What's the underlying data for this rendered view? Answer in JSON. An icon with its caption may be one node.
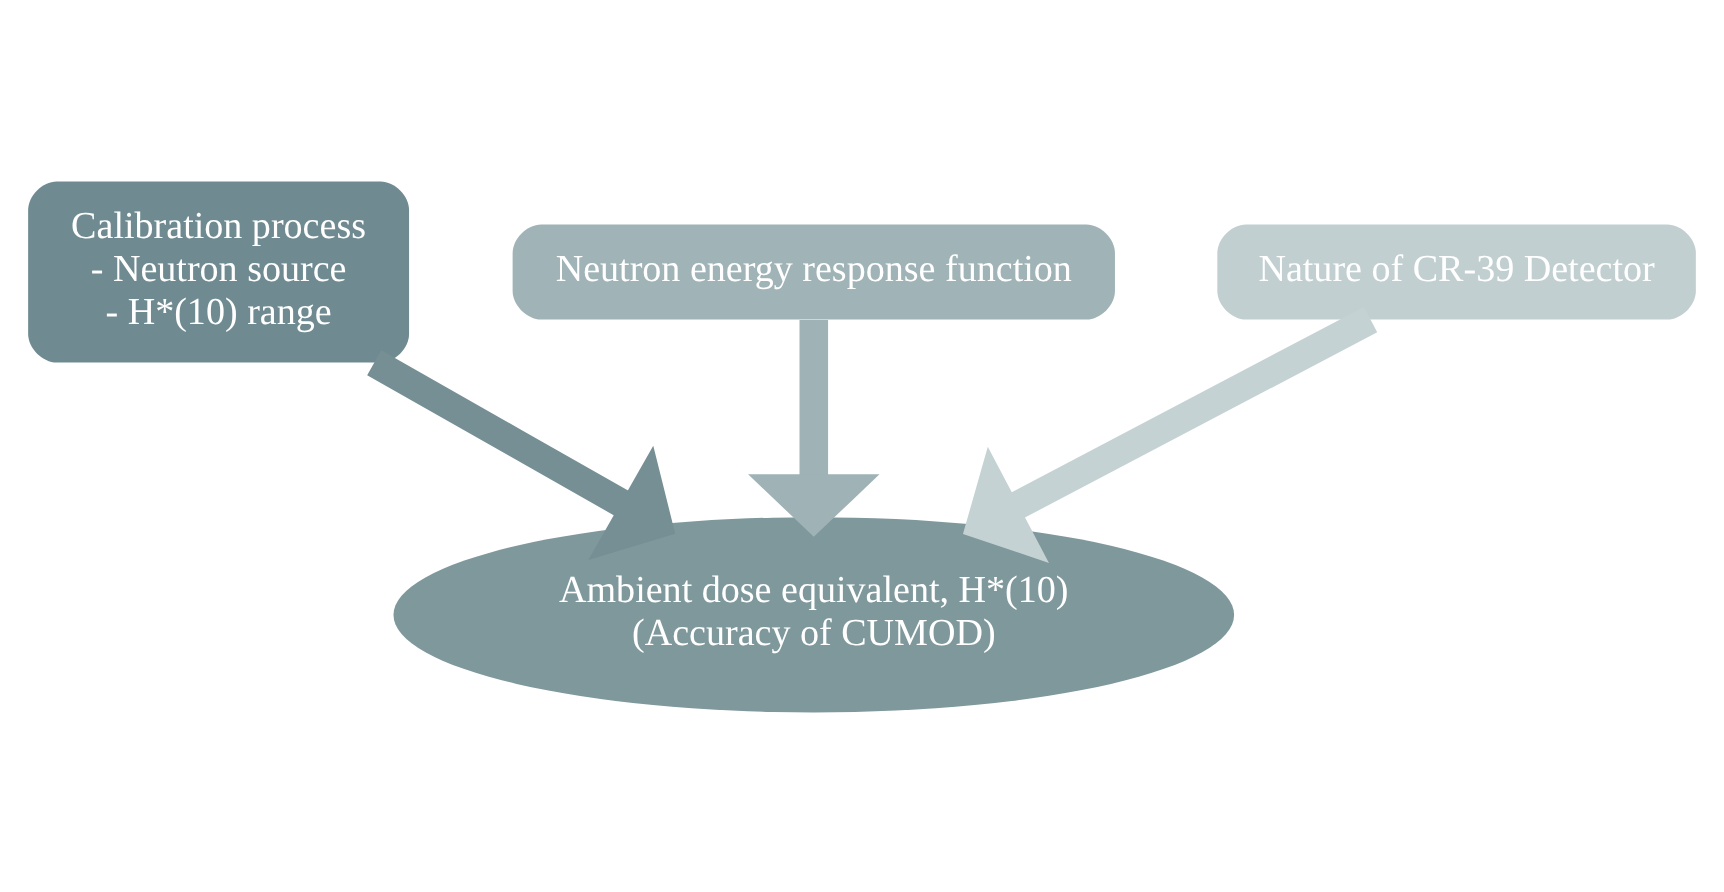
{
  "diagram": {
    "nodes": [
      {
        "text": [
          "Calibration process",
          "- Neutron source",
          "- H*(10) range"
        ]
      },
      {
        "text": [
          "Neutron energy response function"
        ]
      },
      {
        "text": [
          "Nature of CR-39 Detector"
        ]
      },
      {
        "text": [
          "Ambient dose equivalent, H*(10)",
          "(Accuracy of CUMOD)"
        ]
      }
    ],
    "edges": [
      {
        "from": 0,
        "to": 3,
        "arrow": "to",
        "color": "#768f94"
      },
      {
        "from": 1,
        "to": 3,
        "arrow": "to",
        "color": "#9fb2b5"
      },
      {
        "from": 2,
        "to": 3,
        "arrow": "to",
        "color": "#c5d2d4"
      }
    ]
  }
}
